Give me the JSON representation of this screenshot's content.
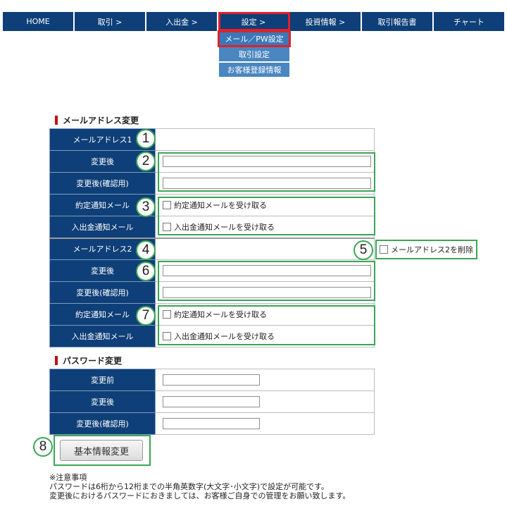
{
  "nav": {
    "items": [
      "HOME",
      "取引 >",
      "入出金 >",
      "設定 >",
      "投資情報 >",
      "取引報告書",
      "チャート"
    ]
  },
  "submenu": {
    "items": [
      "メール／PW設定",
      "取引設定",
      "お客様登録情報"
    ]
  },
  "email_section": {
    "title": "メールアドレス変更",
    "address1_label": "メールアドレス1",
    "change_after_label": "変更後",
    "change_after_confirm_label": "変更後(確認用)",
    "trade_notice_label": "約定通知メール",
    "deposit_notice_label": "入出金通知メール",
    "trade_notice_checkbox": "約定通知メールを受け取る",
    "deposit_notice_checkbox": "入出金通知メールを受け取る",
    "address2_label": "メールアドレス2",
    "change_after_label_2": "変更後",
    "change_after_confirm_label_2": "変更後(確認用)",
    "trade_notice_label_2": "約定通知メール",
    "deposit_notice_label_2": "入出金通知メール",
    "trade_notice_checkbox_2": "約定通知メールを受け取る",
    "deposit_notice_checkbox_2": "入出金通知メールを受け取る",
    "delete_address2_checkbox": "メールアドレス2を削除"
  },
  "password_section": {
    "title": "パスワード変更",
    "before_label": "変更前",
    "after_label": "変更後",
    "after_confirm_label": "変更後(確認用)"
  },
  "submit_label": "基本情報変更",
  "markers": [
    "1",
    "2",
    "3",
    "4",
    "5",
    "6",
    "7",
    "8"
  ],
  "notes": {
    "heading": "※注意事項",
    "line1": "パスワードは6桁から12桁までの半角英数字(大文字･小文字)で設定が可能です。",
    "line2": "変更後におけるパスワードにおきましては、お客様ご自身での管理をお願い致します。"
  },
  "colors": {
    "nav_bg": "#0e3f78",
    "submenu_bg": "#4a86c0",
    "highlight_red": "#e0202a",
    "annotation_green": "#3aa655"
  }
}
